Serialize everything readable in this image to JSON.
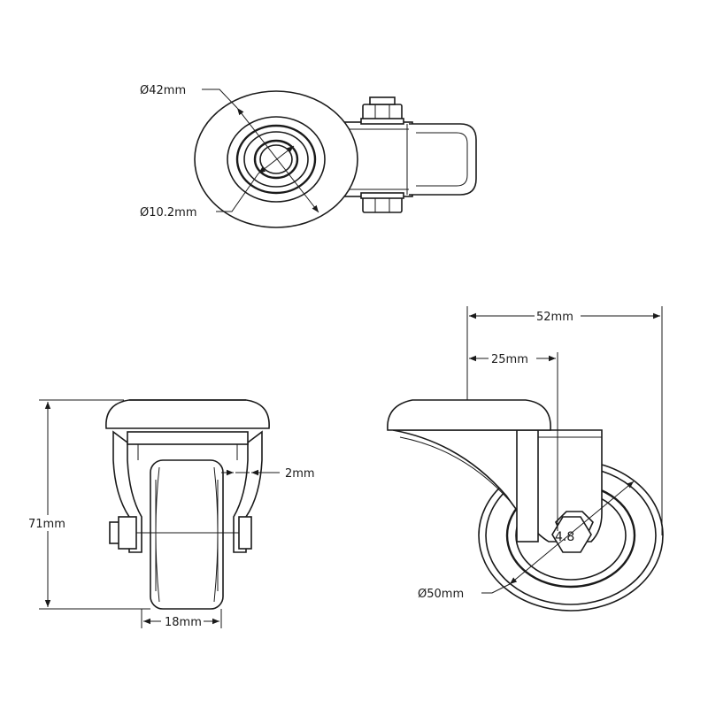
{
  "top_view": {
    "outer_diameter_label": "Ø42mm",
    "bore_diameter_label": "Ø10.2mm"
  },
  "front_view": {
    "height_label": "71mm",
    "bracket_thickness_label": "2mm",
    "wheel_width_label": "18mm"
  },
  "side_view": {
    "overall_offset_label": "52mm",
    "axle_offset_label": "25mm",
    "wheel_diameter_label": "Ø50mm",
    "hex_nut_label": "4.8"
  }
}
